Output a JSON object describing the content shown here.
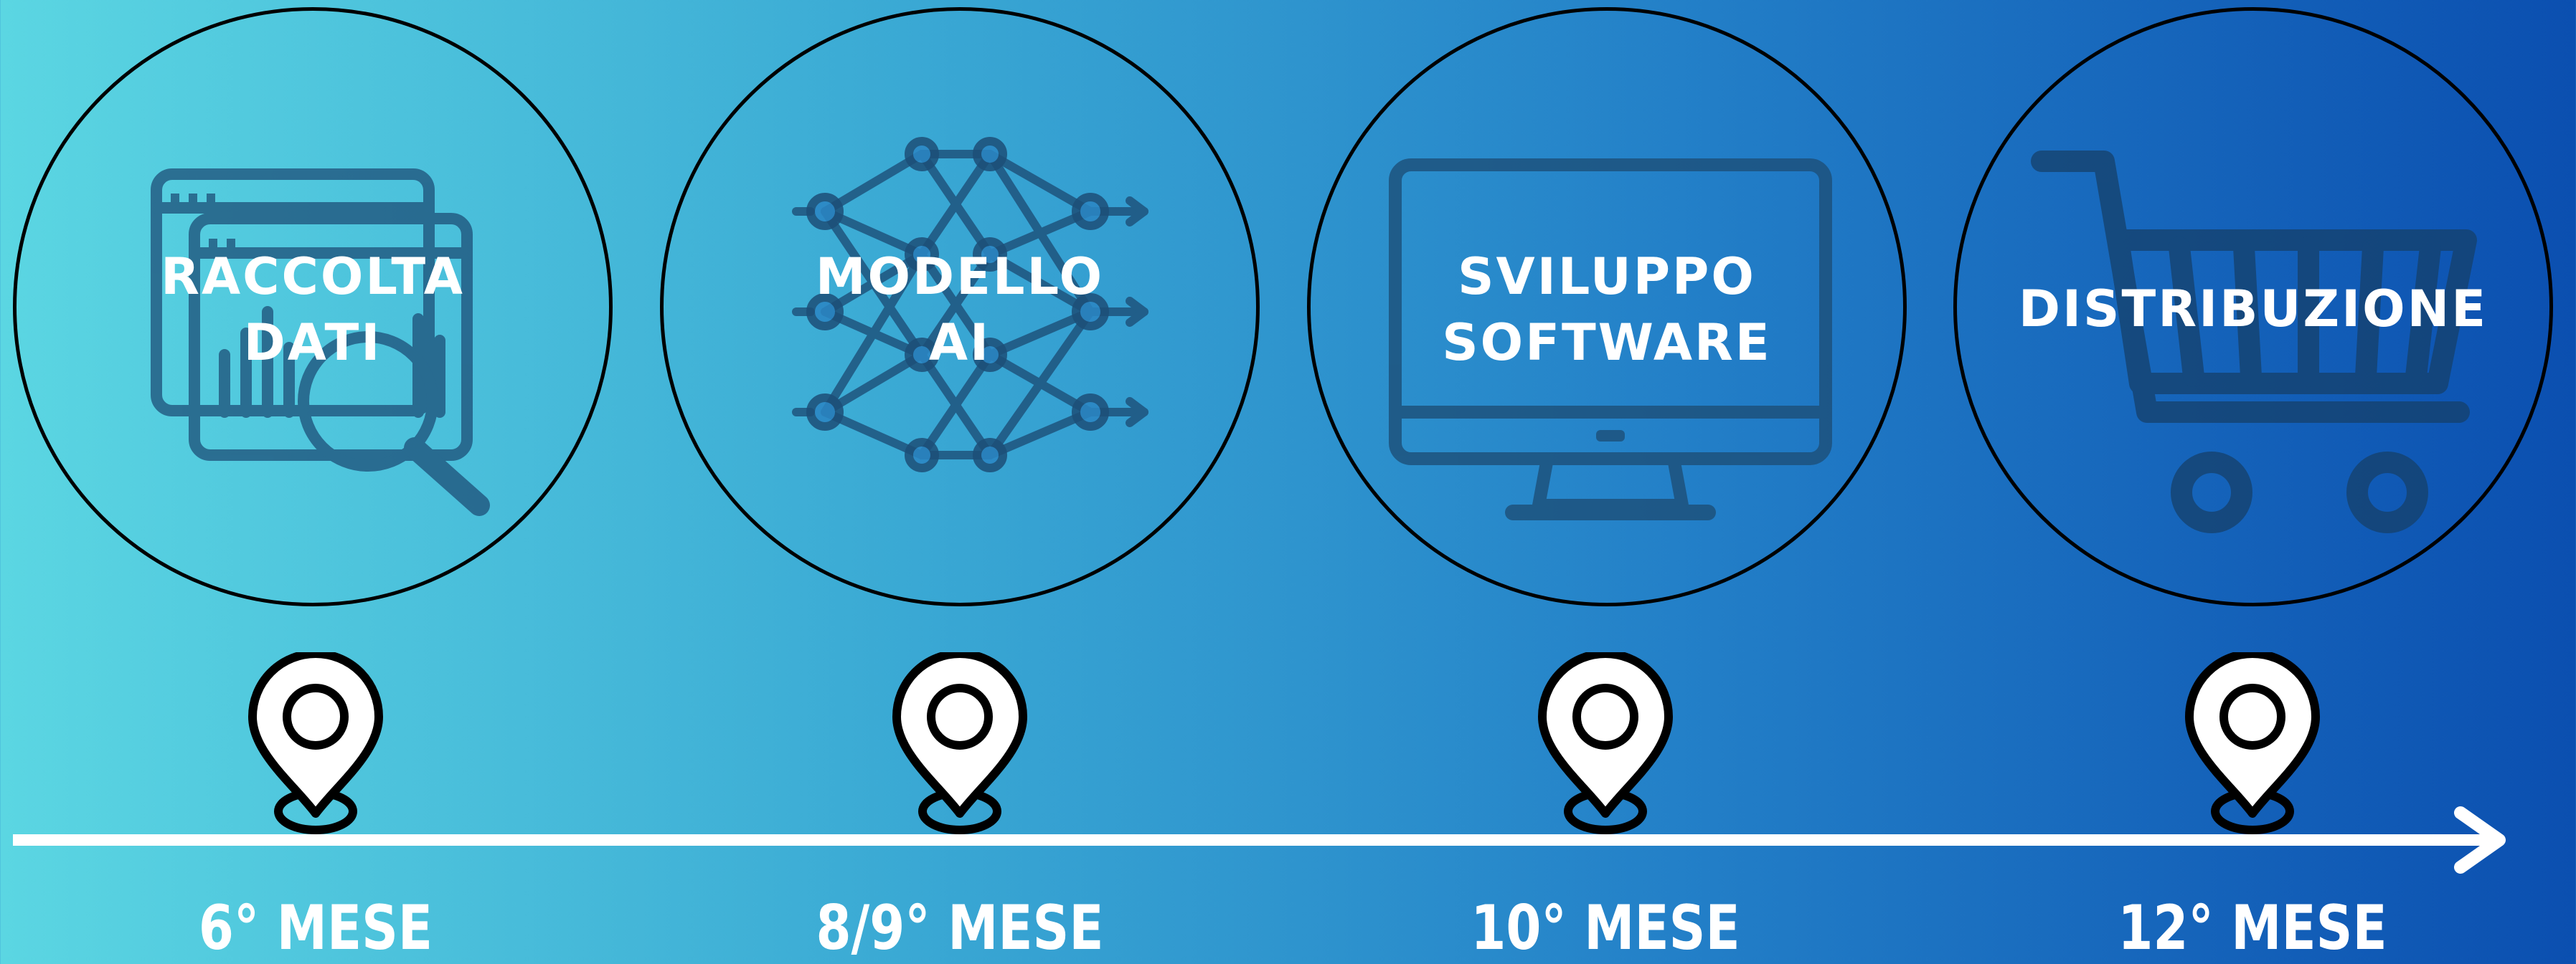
{
  "colors": {
    "gradient_start": "#5bd6e2",
    "gradient_end": "#0b4fb0",
    "circle_stroke": "#000000",
    "icon_color": "#1d4f78",
    "text": "#ffffff"
  },
  "stages": [
    {
      "title_lines": [
        "RACCOLTA",
        "DATI"
      ],
      "icon": "data-search-icon",
      "month": "6° MESE"
    },
    {
      "title_lines": [
        "MODELLO",
        "AI"
      ],
      "icon": "neural-network-icon",
      "month": "8/9° MESE"
    },
    {
      "title_lines": [
        "SVILUPPO",
        "SOFTWARE"
      ],
      "icon": "monitor-icon",
      "month": "10° MESE"
    },
    {
      "title_lines": [
        "DISTRIBUZIONE"
      ],
      "icon": "shopping-cart-icon",
      "month": "12° MESE"
    }
  ]
}
